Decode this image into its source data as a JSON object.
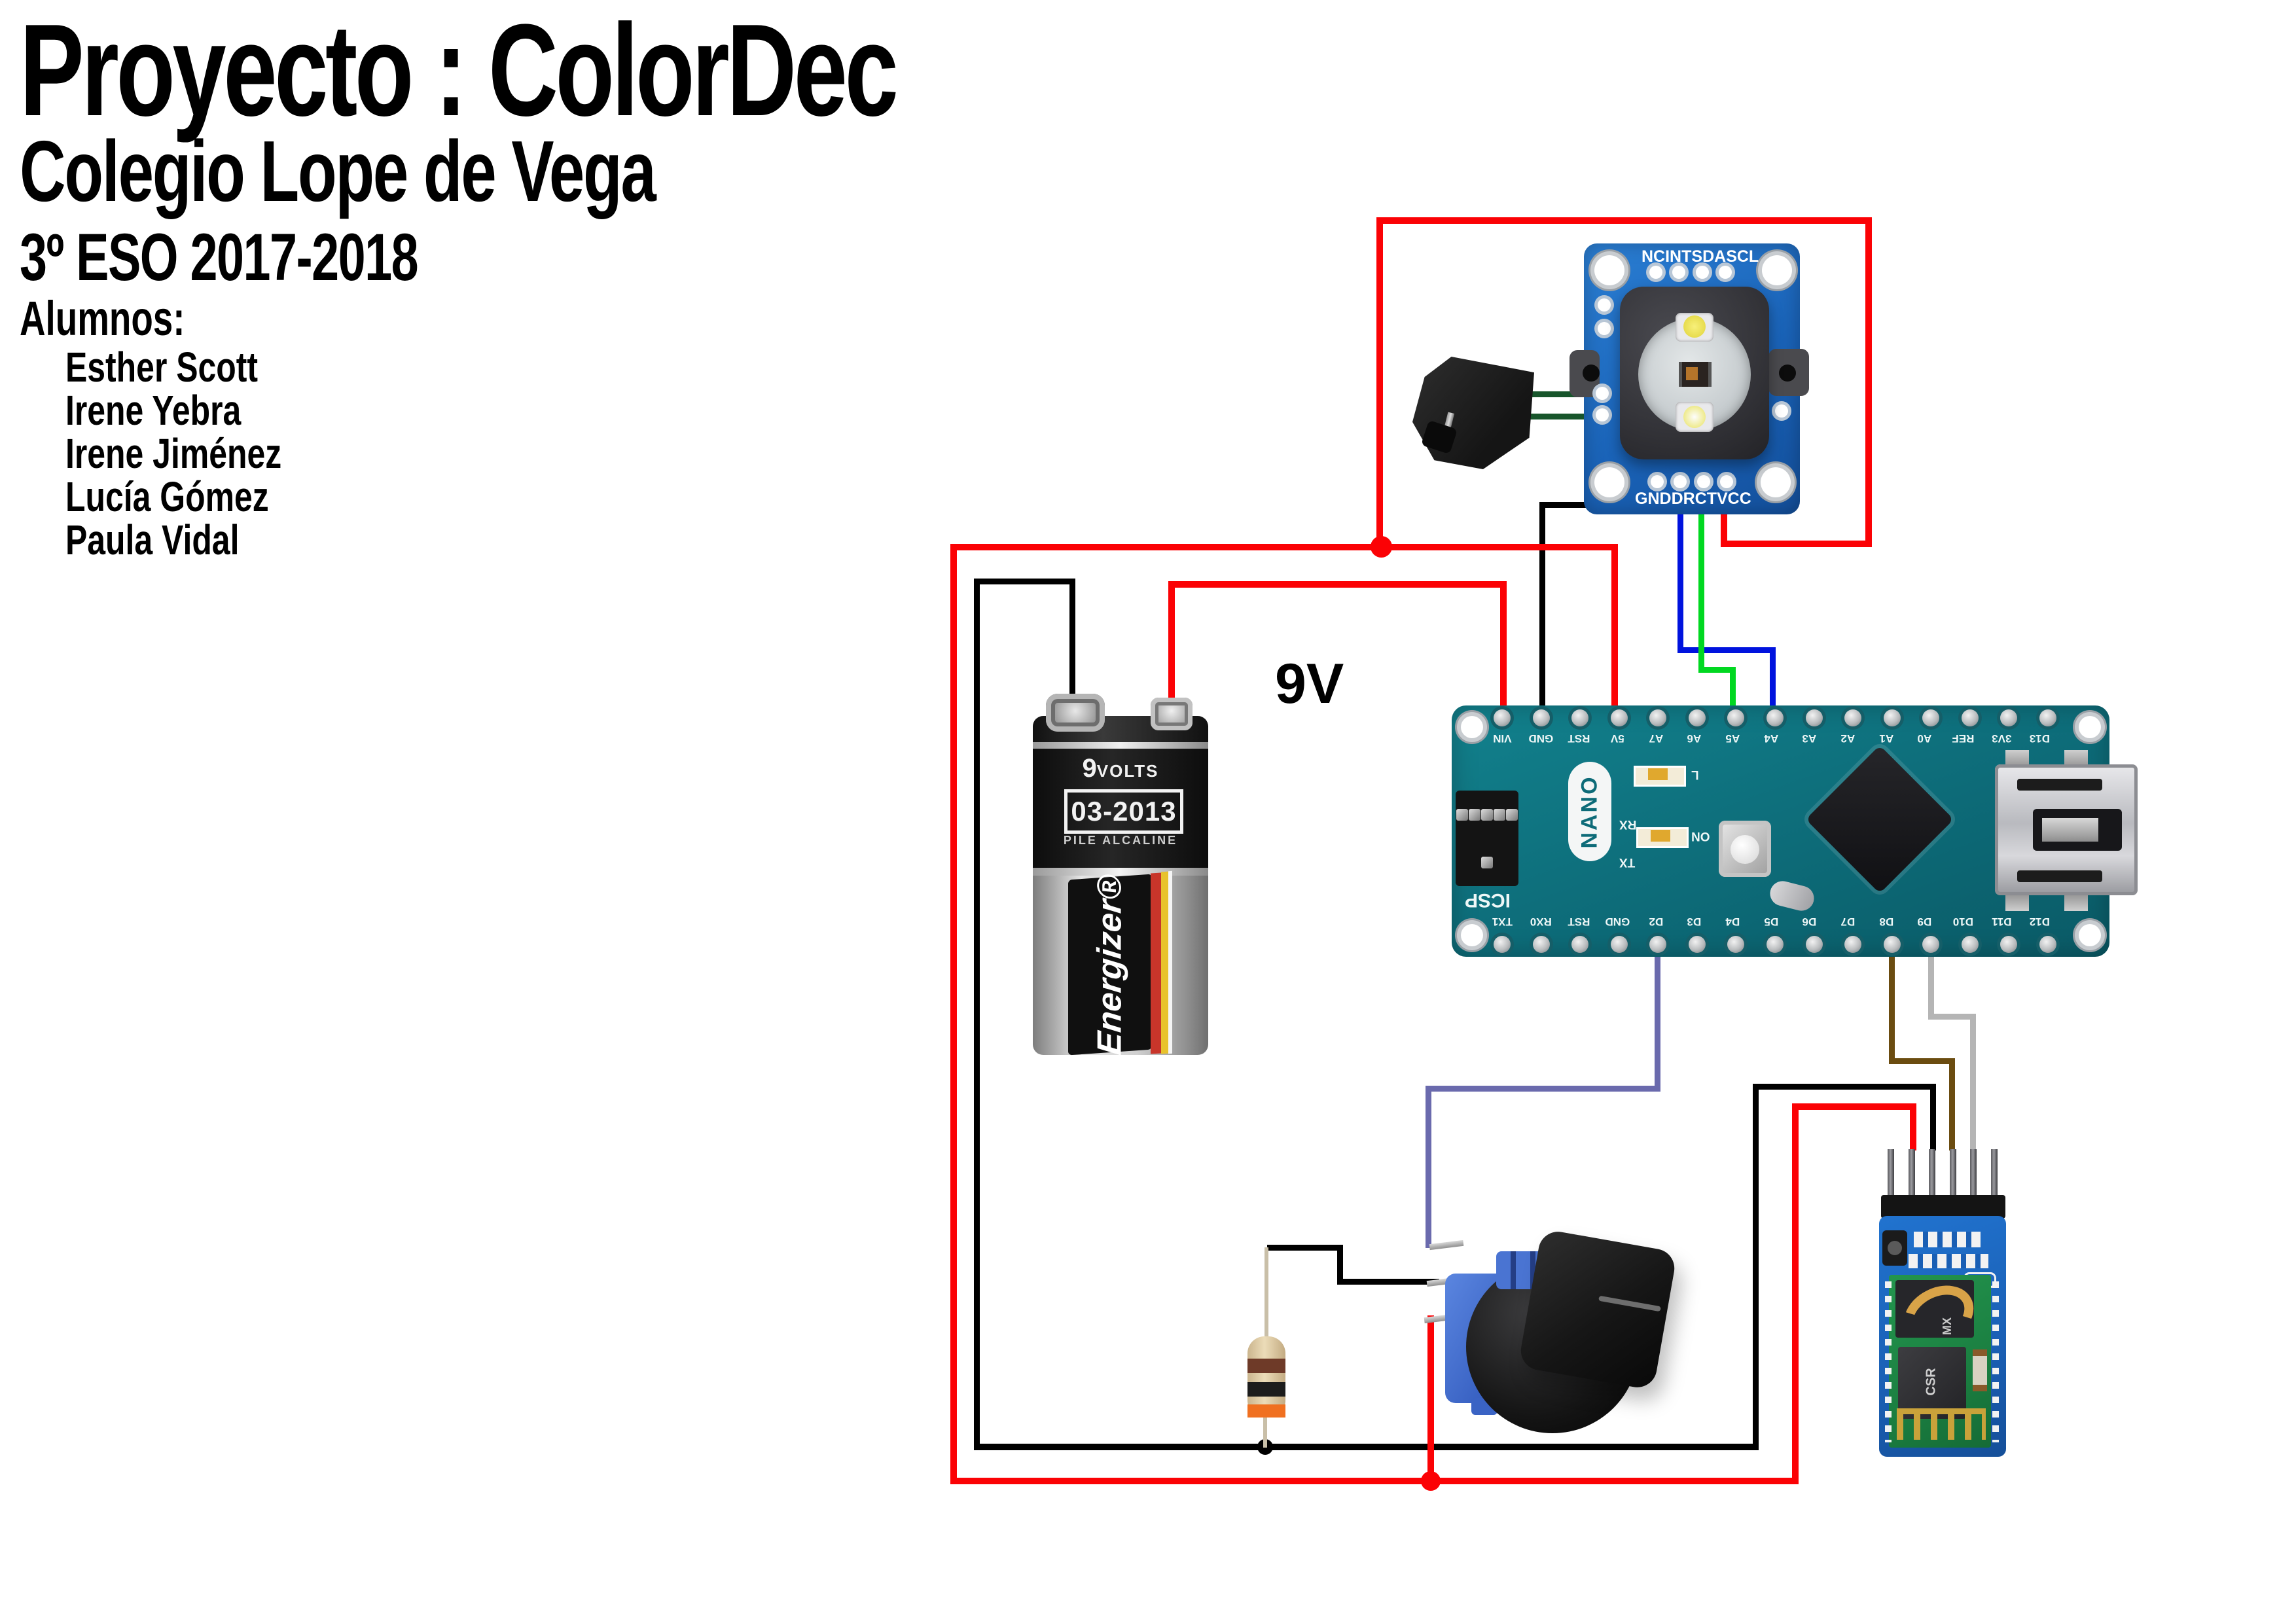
{
  "header": {
    "title": "Proyecto : ColorDec",
    "school": "Colegio Lope de Vega",
    "course": "3º ESO 2017-2018",
    "students_label": "Alumnos:",
    "students": [
      "Esther Scott",
      "Irene Yebra",
      "Irene Jiménez",
      "Lucía Gómez",
      "Paula Vidal"
    ]
  },
  "annotations": {
    "battery_voltage": "9V"
  },
  "components": {
    "color_sensor": {
      "top_pins": [
        "NC",
        "INT",
        "SDA",
        "SCL"
      ],
      "bottom_pins": [
        "GND",
        "DR",
        "CT",
        "VCC"
      ]
    },
    "battery": {
      "volts_number": "9",
      "volts_word": "VOLTS",
      "date_code": "03-2013",
      "type_label": "PILE ALCALINE",
      "brand": "Energizer®"
    },
    "arduino_nano": {
      "model_label": "NANO",
      "icsp_label": "ICSP",
      "top_pins": [
        "VIN",
        "GND",
        "RST",
        "5V",
        "A7",
        "A6",
        "A5",
        "A4",
        "A3",
        "A2",
        "A1",
        "A0",
        "REF",
        "3V3",
        "D13"
      ],
      "bottom_pins": [
        "TX1",
        "RX0",
        "RST",
        "GND",
        "D2",
        "D3",
        "D4",
        "D5",
        "D6",
        "D7",
        "D8",
        "D9",
        "D10",
        "D11",
        "D12"
      ],
      "led_label_l": "L",
      "led_label_on": "ON",
      "silk_rx": "RX",
      "silk_tx": "TX"
    },
    "bluetooth_module": {
      "flash_chip_label": "MX",
      "main_chip_label": "CSR"
    }
  },
  "wire_colors": {
    "power_positive": "#fb0205",
    "ground": "#000000",
    "sensor_dr_blue": "#0013de",
    "sensor_ct_green": "#01d821",
    "jumper_dark_green": "#17552b",
    "button_d2_purple": "#6a6aad",
    "bt_d8_brown": "#6b4c10",
    "bt_d9_gray": "#b5b5b5"
  }
}
